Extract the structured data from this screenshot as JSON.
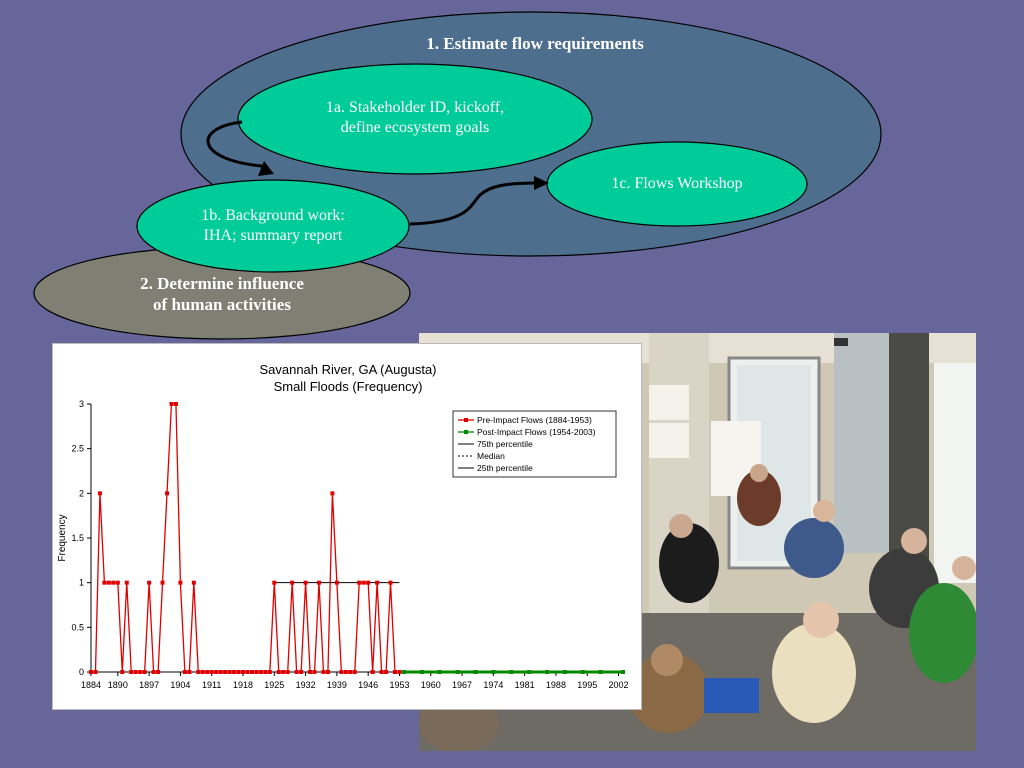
{
  "diagram": {
    "step1": {
      "title": "1. Estimate flow requirements"
    },
    "step1a": {
      "line1": "1a. Stakeholder ID, kickoff,",
      "line2": "define ecosystem goals"
    },
    "step1b": {
      "line1": "1b. Background work:",
      "line2": "IHA; summary report"
    },
    "step1c": {
      "label": "1c. Flows Workshop"
    },
    "step2": {
      "line1": "2. Determine influence",
      "line2": "of  human activities"
    }
  },
  "colors": {
    "background": "#66669a",
    "big_ellipse": "#4e6e8e",
    "node_green": "#00cc99",
    "step2_fill": "#7f7f74",
    "pre_impact": "#e00000",
    "post_impact": "#008800"
  },
  "chart_data": {
    "type": "line",
    "title": "Savannah River, GA (Augusta)",
    "subtitle": "Small Floods (Frequency)",
    "xlabel": "",
    "ylabel": "Frequency",
    "ylim": [
      0,
      3
    ],
    "xlim": [
      1884,
      2003
    ],
    "x_ticks": [
      "1884",
      "1890",
      "1897",
      "1904",
      "1911",
      "1918",
      "1925",
      "1932",
      "1939",
      "1946",
      "1953",
      "1960",
      "1967",
      "1974",
      "1981",
      "1988",
      "1995",
      "2002"
    ],
    "y_ticks": [
      "0",
      "0.5",
      "1",
      "1.5",
      "2",
      "2.5",
      "3"
    ],
    "legend_position": "top-right",
    "legend": [
      "Pre-Impact Flows (1884-1953)",
      "Post-Impact Flows (1954-2003)",
      "75th percentile",
      "Median",
      "25th percentile"
    ],
    "series": [
      {
        "name": "Pre-Impact Flows (1884-1953)",
        "x": [
          1884,
          1885,
          1886,
          1887,
          1888,
          1889,
          1890,
          1891,
          1892,
          1893,
          1894,
          1895,
          1896,
          1897,
          1898,
          1899,
          1900,
          1901,
          1902,
          1903,
          1904,
          1905,
          1906,
          1907,
          1908,
          1909,
          1910,
          1911,
          1912,
          1913,
          1914,
          1915,
          1916,
          1917,
          1918,
          1919,
          1920,
          1921,
          1922,
          1923,
          1924,
          1925,
          1926,
          1927,
          1928,
          1929,
          1930,
          1931,
          1932,
          1933,
          1934,
          1935,
          1936,
          1937,
          1938,
          1939,
          1940,
          1941,
          1942,
          1943,
          1944,
          1945,
          1946,
          1947,
          1948,
          1949,
          1950,
          1951,
          1952,
          1953
        ],
        "values": [
          0,
          0,
          2,
          1,
          1,
          1,
          1,
          0,
          1,
          0,
          0,
          0,
          0,
          1,
          0,
          0,
          1,
          2,
          3,
          3,
          1,
          0,
          0,
          1,
          0,
          0,
          0,
          0,
          0,
          0,
          0,
          0,
          0,
          0,
          0,
          0,
          0,
          0,
          0,
          0,
          0,
          1,
          0,
          0,
          0,
          1,
          0,
          0,
          1,
          0,
          0,
          1,
          0,
          0,
          2,
          1,
          0,
          0,
          0,
          0,
          1,
          1,
          1,
          0,
          1,
          0,
          0,
          1,
          0,
          0
        ]
      },
      {
        "name": "Post-Impact Flows (1954-2003)",
        "x": [
          1954,
          1958,
          1962,
          1966,
          1970,
          1974,
          1978,
          1982,
          1986,
          1990,
          1994,
          1998,
          2003
        ],
        "values": [
          0,
          0,
          0,
          0,
          0,
          0,
          0,
          0,
          0,
          0,
          0,
          0,
          0
        ]
      }
    ],
    "percentiles": {
      "p75_pre": 1,
      "p75_pre_range": [
        1925,
        1953
      ],
      "median": 0,
      "p25": 0
    }
  }
}
